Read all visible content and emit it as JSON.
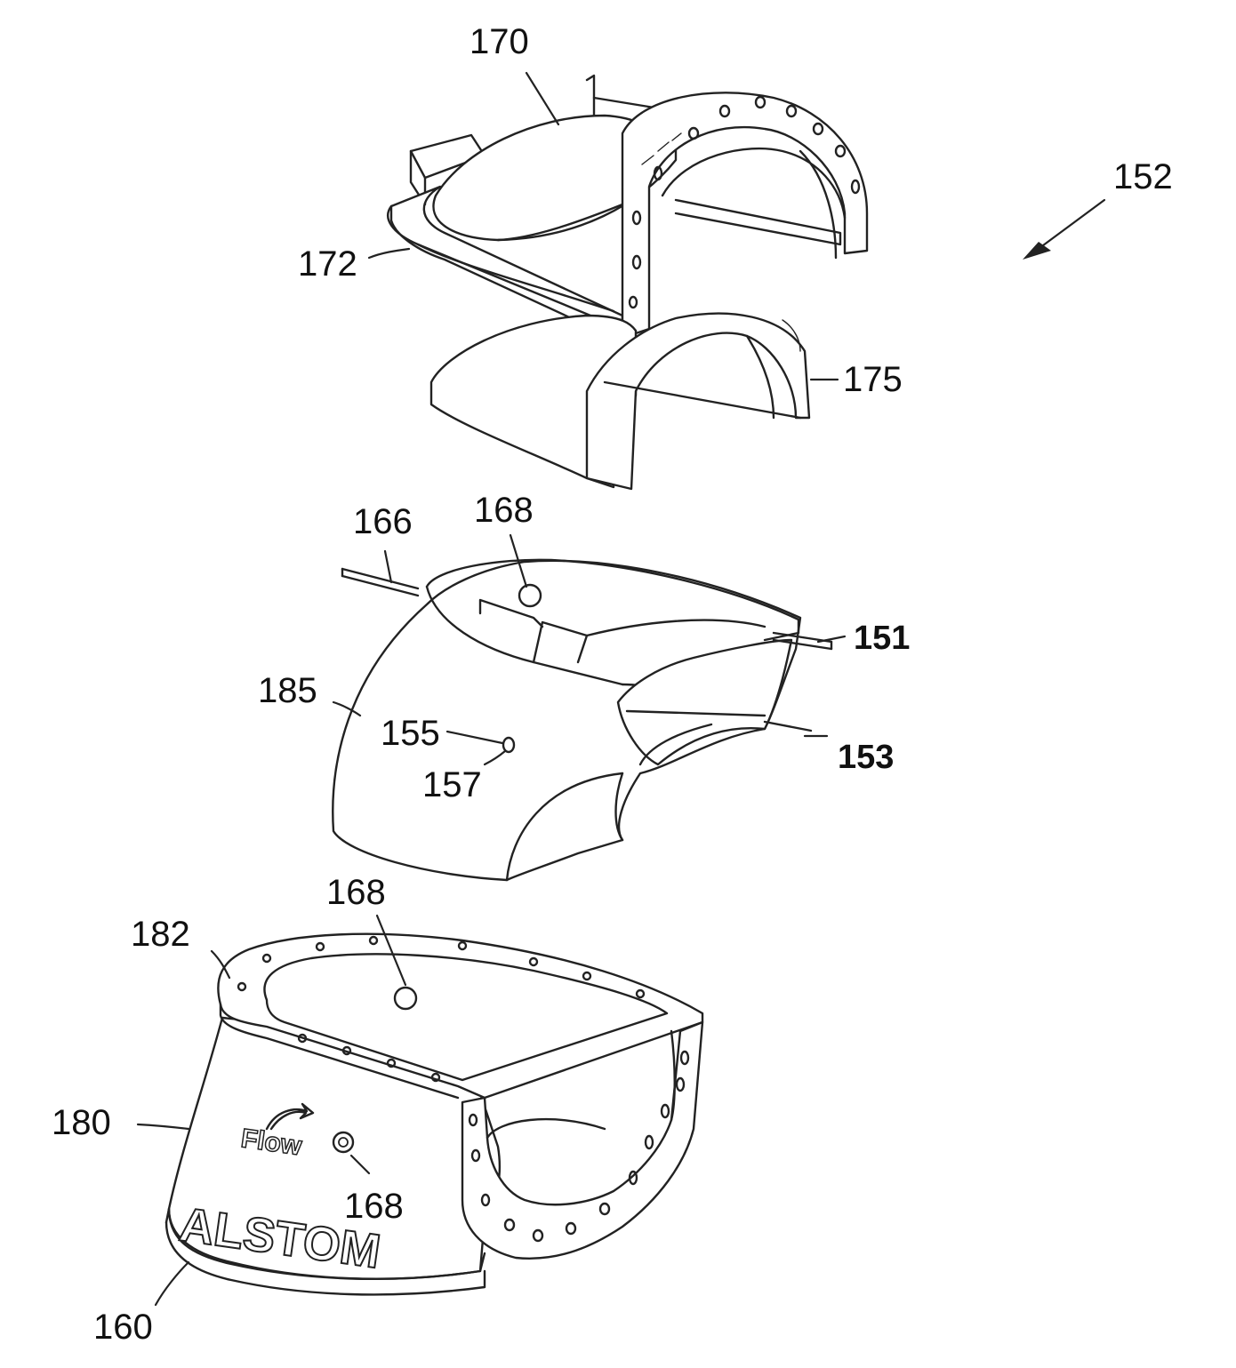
{
  "figure": {
    "labels": {
      "l170": "170",
      "l152": "152",
      "l172": "172",
      "l175": "175",
      "l166": "166",
      "l168a": "168",
      "l151": "151",
      "l185": "185",
      "l155": "155",
      "l153": "153",
      "l157": "157",
      "l168b": "168",
      "l182": "182",
      "l180": "180",
      "l168c": "168",
      "l160": "160"
    },
    "logo_text": "ALSTOM",
    "flow_text": "Flow"
  }
}
